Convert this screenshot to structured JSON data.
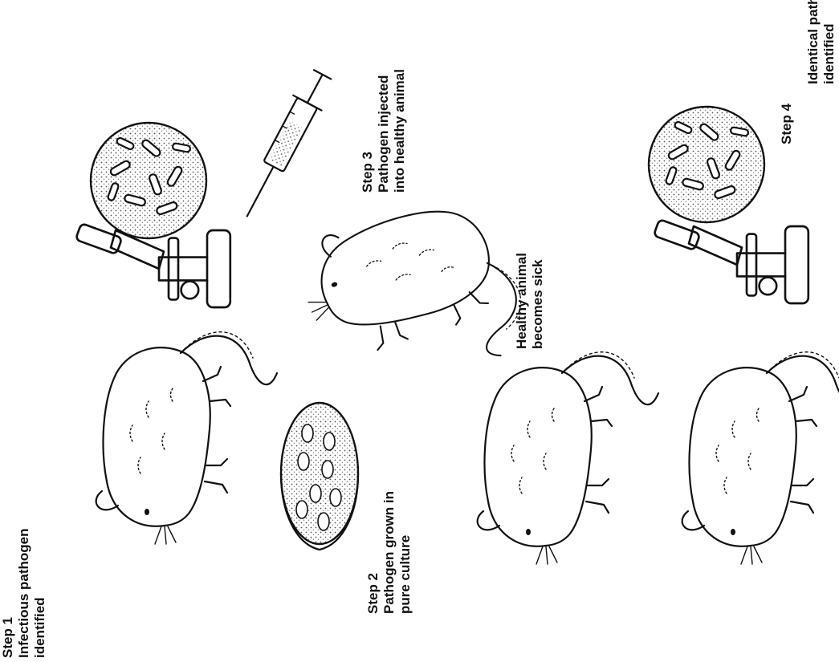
{
  "steps": {
    "step1": {
      "number": "Step 1",
      "line1": "Infectious pathogen",
      "line2": "identified"
    },
    "step2": {
      "number": "Step 2",
      "line1": "Pathogen grown in",
      "line2": "pure culture"
    },
    "step3": {
      "number": "Step 3",
      "line1": "Pathogen injected",
      "line2": "into healthy animal"
    },
    "sick": {
      "line1": "Healthy animal",
      "line2": "becomes sick"
    },
    "step4": {
      "number": "Step 4",
      "line1": "Identical pathogen",
      "line2": "identified"
    }
  },
  "colors": {
    "ink": "#111111",
    "stipple": "#8a8a8a",
    "background": "#ffffff"
  }
}
